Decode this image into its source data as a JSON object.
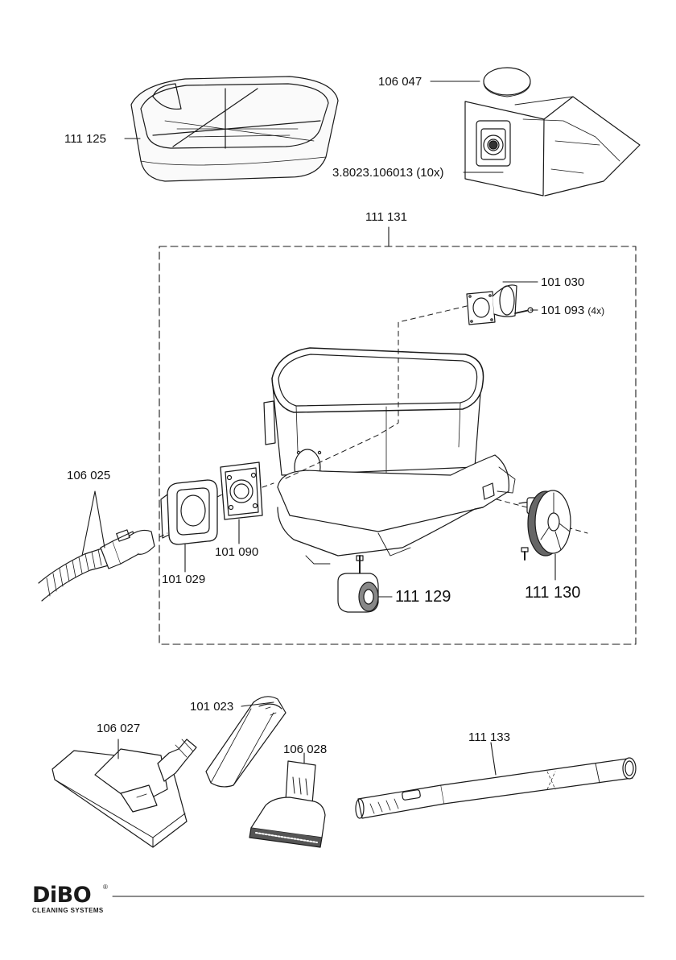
{
  "parts": {
    "p111125": "111 125",
    "p106047": "106 047",
    "p3_8023": "3.8023.106013 (10x)",
    "p111131": "111 131",
    "p101030": "101 030",
    "p101093": "101 093",
    "p101093_qty": "(4x)",
    "p106025": "106 025",
    "p101090": "101 090",
    "p101029": "101 029",
    "p111129": "111 129",
    "p111130": "111 130",
    "p101023": "101 023",
    "p106027": "106 027",
    "p106028": "106 028",
    "p111133": "111 133"
  },
  "brand": {
    "name": "DiBO",
    "subtitle": "CLEANING SYSTEMS",
    "registered": "®"
  },
  "icons": [
    "filter-basket",
    "filter-disc",
    "dust-bag",
    "tank-assembly",
    "motor-flange",
    "screw",
    "hose",
    "inlet-connector",
    "inlet-gasket",
    "castor-wheel",
    "rear-wheel",
    "crevice-nozzle",
    "floor-nozzle",
    "upholstery-nozzle",
    "telescopic-tube"
  ]
}
